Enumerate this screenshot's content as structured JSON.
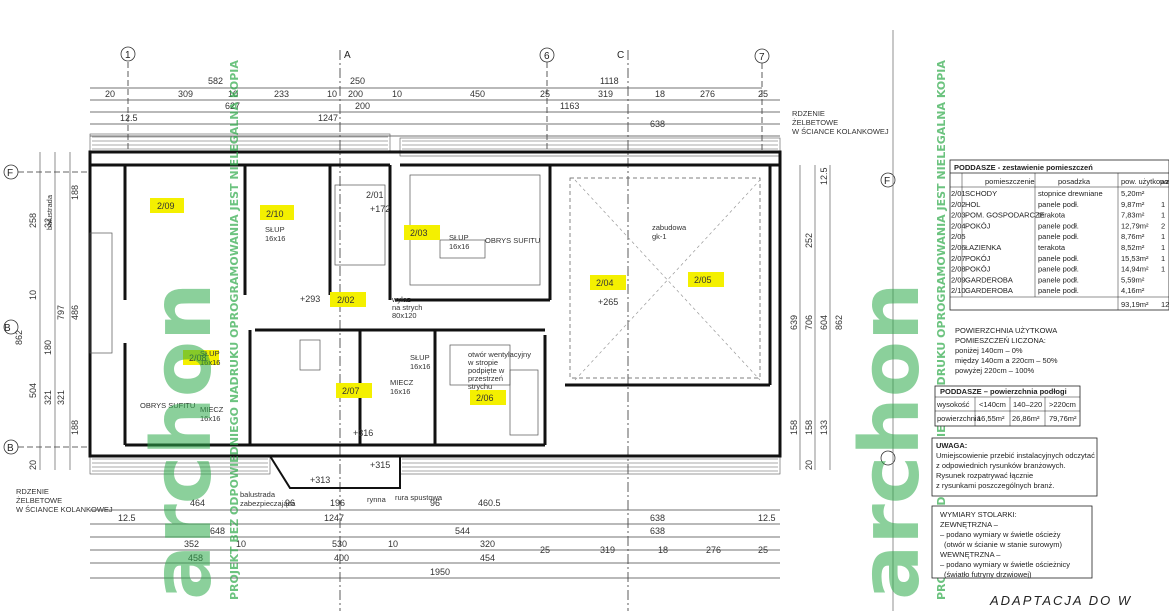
{
  "axes": {
    "top": [
      "1",
      "A",
      "6",
      "C",
      "7"
    ],
    "left": [
      "F",
      "B",
      "B",
      "F"
    ]
  },
  "dims_top": [
    "582",
    "250",
    "1118",
    "309",
    "10",
    "233",
    "10",
    "200",
    "10",
    "450",
    "25",
    "319",
    "18",
    "276",
    "25",
    "20",
    "627",
    "200",
    "1163",
    "12.5",
    "1247",
    "638"
  ],
  "dims_bottom": [
    "464",
    "96",
    "196",
    "96",
    "460.5",
    "12.5",
    "1247",
    "638",
    "12.5",
    "648",
    "544",
    "638",
    "352",
    "10",
    "530",
    "10",
    "320",
    "25",
    "319",
    "18",
    "276",
    "25",
    "458",
    "400",
    "454",
    "1950"
  ],
  "dims_left": [
    "258",
    "188",
    "32",
    "10",
    "486",
    "797",
    "321",
    "180",
    "862",
    "504",
    "321",
    "188",
    "20"
  ],
  "dims_right": [
    "252",
    "639",
    "706",
    "604",
    "862",
    "158",
    "133",
    "158",
    "20",
    "12.5"
  ],
  "rooms": [
    {
      "code": "2/01",
      "label": "2/01"
    },
    {
      "code": "2/02",
      "label": "2/02"
    },
    {
      "code": "2/03",
      "label": "2/03"
    },
    {
      "code": "2/04",
      "label": "2/04"
    },
    {
      "code": "2/05",
      "label": "2/05"
    },
    {
      "code": "2/06",
      "label": "2/06"
    },
    {
      "code": "2/07",
      "label": "2/07"
    },
    {
      "code": "2/08",
      "label": "2/08"
    },
    {
      "code": "2/09",
      "label": "2/09"
    },
    {
      "code": "2/10",
      "label": "2/10"
    }
  ],
  "plan_notes": {
    "slup1": "SŁUP",
    "slup1b": "16x16",
    "obrys": "OBRYS SUFITU",
    "wylaz": "wyłaz",
    "wylaz2": "na strych",
    "wylaz3": "80x120",
    "mlecz": "MIECZ",
    "mlecz2": "16x16",
    "rynna": "rynna",
    "rura": "rura spustowa",
    "balus": "balustrada",
    "balus2": "zabezpieczająca",
    "kolan": "RDZENIE",
    "kolan2": "ŻELBETOWE",
    "kolan3": "W ŚCIANCE KOLANKOWEJ",
    "lvl1": "+293",
    "lvl2": "+265",
    "lvl3": "+316",
    "lvl4": "+315",
    "lvl5": "+313",
    "lvl6": "+172",
    "otwor": "otwór wentylacyjny",
    "otwor2": "w stropie",
    "otwor3": "podpięte w",
    "otwor4": "przestrzeń",
    "otwor5": "strychu",
    "zabud": "zabudowa",
    "zabud2": "gk-1"
  },
  "table_rooms": {
    "title": "PODDASZE - zestawienie pomieszczeń",
    "headers": [
      "",
      "pomieszczenie",
      "posadzka",
      "pow. użytkowa",
      "pow. p"
    ],
    "rows": [
      [
        "2/01",
        "SCHODY",
        "stopnice drewniane",
        "5,20m²",
        ""
      ],
      [
        "2/02",
        "HOL",
        "panele podł.",
        "9,87m²",
        "1"
      ],
      [
        "2/03",
        "POM. GOSPODARCZE",
        "terakota",
        "7,83m²",
        "1"
      ],
      [
        "2/04",
        "POKÓJ",
        "panele podł.",
        "12,79m²",
        "2"
      ],
      [
        "2/05",
        "",
        "panele podł.",
        "8,76m²",
        "1"
      ],
      [
        "2/06",
        "ŁAZIENKA",
        "terakota",
        "8,52m²",
        "1"
      ],
      [
        "2/07",
        "POKÓJ",
        "panele podł.",
        "15,53m²",
        "1"
      ],
      [
        "2/08",
        "POKÓJ",
        "panele podł.",
        "14,94m²",
        "1"
      ],
      [
        "2/09",
        "GARDEROBA",
        "panele podł.",
        "5,59m²",
        ""
      ],
      [
        "2/10",
        "GARDEROBA",
        "panele podł.",
        "4,16m²",
        ""
      ]
    ],
    "total": "93,19m²",
    "total2": "12"
  },
  "area_note": [
    "POWIERZCHNIA UŻYTKOWA",
    "POMIESZCZEŃ LICZONA:",
    "poniżej 140cm – 0%",
    "między 140cm a 220cm – 50%",
    "powyżej 220cm – 100%"
  ],
  "table_floor": {
    "title": "PODDASZE – powierzchnia podłogi",
    "row1": [
      "wysokość",
      "<140cm",
      "140–220",
      ">220cm"
    ],
    "row2": [
      "powierzchnia",
      "16,55m²",
      "26,86m²",
      "79,76m²"
    ]
  },
  "uwaga": [
    "UWAGA:",
    "Umiejscowienie przebić instalacyjnych odczytać",
    "z odpowiednich rysunków branżowych.",
    "Rysunek rozpatrywać łącznie",
    "z rysunkami poszczególnych branż."
  ],
  "stolarka": [
    "WYMIARY STOLARKI:",
    "ZEWNĘTRZNA –",
    "– podano wymiary w świetle ościeży",
    "(otwór w ścianie w stanie surowym)",
    "WEWNĘTRZNA –",
    "– podano wymiary w świetle ościeżnicy",
    "(światło futryny drzwiowej)"
  ],
  "watermark": {
    "brand": "archon",
    "legal": "PROJEKT BEZ ODPOWIEDNIEGO NADRUKU OPROGRAMOWANIA JEST NIELEGALNA KOPIA"
  },
  "handwriting": "ADAPTACJA DO W",
  "colors": {
    "highlight": "#f4f000",
    "brand": "#2eaa4a",
    "line": "#222222"
  }
}
